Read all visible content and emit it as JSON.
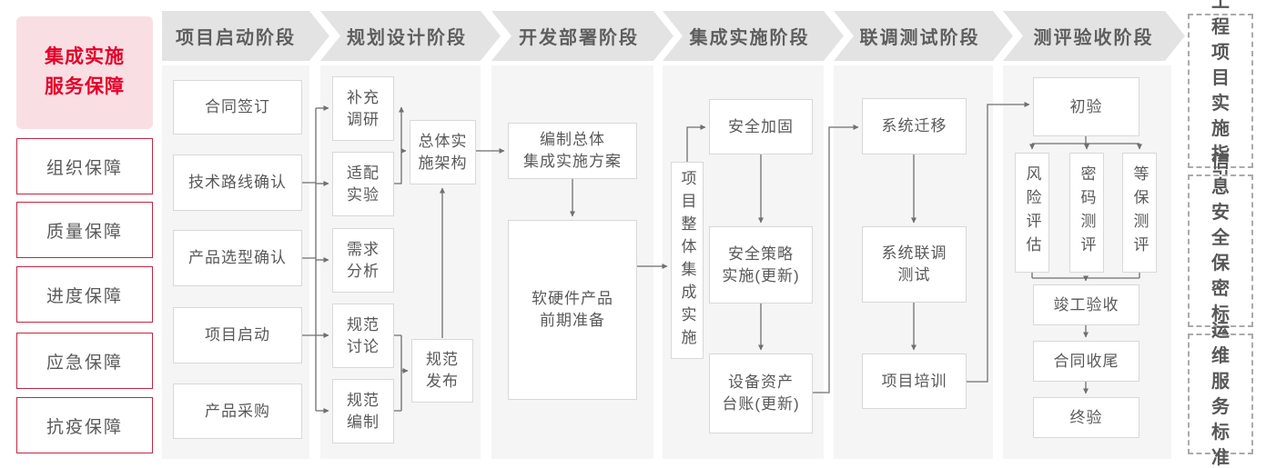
{
  "colors": {
    "accent_red": "#e4002b",
    "sidebar_pink_bg": "#f9dfe3",
    "sidebar_red_border": "#c22744",
    "stage_chevron_bg": "#e3e3e4",
    "column_band_bg": "#f5f5f6",
    "box_border": "#d8d8d8",
    "text_gray": "#595959",
    "connector_gray": "#7a7a7a"
  },
  "sidebar": {
    "title": "集成实施\n服务保障",
    "items": [
      {
        "label": "组织保障"
      },
      {
        "label": "质量保障"
      },
      {
        "label": "进度保障"
      },
      {
        "label": "应急保障"
      },
      {
        "label": "抗疫保障"
      }
    ]
  },
  "stages": [
    {
      "label": "项目启动阶段"
    },
    {
      "label": "规划设计阶段"
    },
    {
      "label": "开发部署阶段"
    },
    {
      "label": "集成实施阶段"
    },
    {
      "label": "联调测试阶段"
    },
    {
      "label": "测评验收阶段"
    }
  ],
  "flow": {
    "startup": [
      "合同签订",
      "技术路线确认",
      "产品选型确认",
      "项目启动",
      "产品采购"
    ],
    "planning": {
      "tasks": [
        "补充\n调研",
        "适配\n实验",
        "需求\n分析",
        "规范\n讨论",
        "规范\n编制"
      ],
      "architecture": "总体实\n施架构",
      "publish": "规范\n发布"
    },
    "development": {
      "plan": "编制总体\n集成实施方案",
      "prepare": "软硬件产品\n前期准备"
    },
    "integration": {
      "overall": "项目整体集成实施",
      "steps": [
        "安全加固",
        "安全策略\n实施(更新)",
        "设备资产\n台账(更新)"
      ]
    },
    "testing": [
      "系统迁移",
      "系统联调\n测试",
      "项目培训"
    ],
    "acceptance": {
      "initial": "初验",
      "evaluations": [
        "风险评估",
        "密码测评",
        "等保测评"
      ],
      "closing": [
        "竣工验收",
        "合同收尾",
        "终验"
      ]
    }
  },
  "standards": [
    {
      "label": "工程\n项目\n实施\n指引"
    },
    {
      "label": "信息\n安全\n保密\n标准"
    },
    {
      "label": "运维\n服务\n标准"
    }
  ]
}
